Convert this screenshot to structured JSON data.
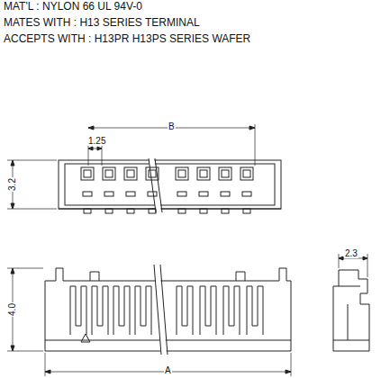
{
  "diagram": {
    "labels": [
      "MAT'L : NYLON 66 UL 94V-0",
      "MATES WITH : H13 SERIES TERMINAL",
      "ACCEPTS WITH : H13PR H13PS SERIES WAFER",
      "B",
      "1.25",
      "3.2",
      "2.3",
      "4.0",
      "A"
    ]
  }
}
